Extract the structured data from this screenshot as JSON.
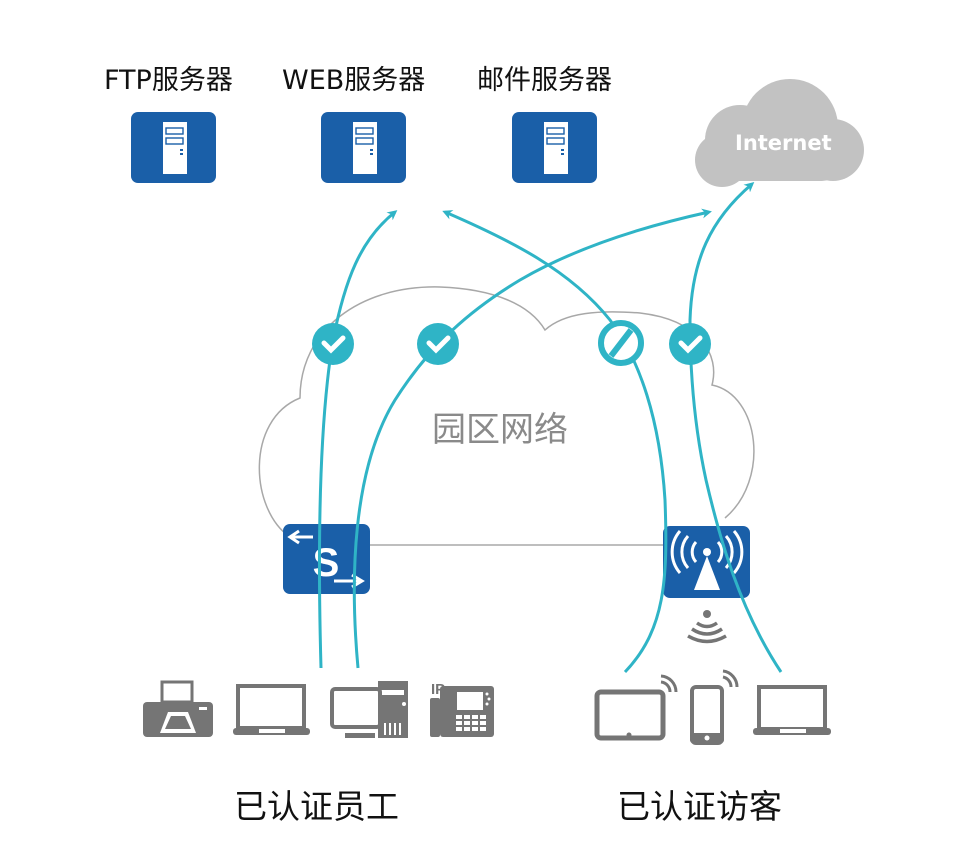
{
  "servers": [
    {
      "label": "FTP服务器",
      "icon": "server-icon"
    },
    {
      "label": "WEB服务器",
      "icon": "server-icon"
    },
    {
      "label": "邮件服务器",
      "icon": "server-icon"
    }
  ],
  "internet": {
    "label": "Internet",
    "icon": "cloud-icon"
  },
  "campus_network": {
    "label": "园区网络"
  },
  "devices_core": [
    {
      "name": "switch",
      "icon": "switch-icon",
      "glyph": "S"
    },
    {
      "name": "access-point",
      "icon": "wireless-ap-icon"
    }
  ],
  "employees": {
    "label": "已认证员工",
    "devices": [
      "printer-icon",
      "laptop-icon",
      "desktop-pc-icon",
      "ip-phone-icon"
    ],
    "ip_phone_text": "IP"
  },
  "guests": {
    "label": "已认证访客",
    "devices": [
      "tablet-icon",
      "smartphone-icon",
      "laptop-icon"
    ]
  },
  "flows": [
    {
      "from": "已认证员工",
      "to": "WEB服务器",
      "status": "allowed"
    },
    {
      "from": "已认证员工",
      "to": "Internet",
      "status": "allowed"
    },
    {
      "from": "已认证访客",
      "to": "WEB服务器",
      "status": "blocked"
    },
    {
      "from": "已认证访客",
      "to": "Internet",
      "status": "allowed"
    }
  ],
  "colors": {
    "brand_blue": "#1a5fa8",
    "flow_teal": "#2fb4c6",
    "cloud_gray": "#c2c2c2",
    "device_gray": "#757575",
    "outline_gray": "#a8a8a8"
  }
}
